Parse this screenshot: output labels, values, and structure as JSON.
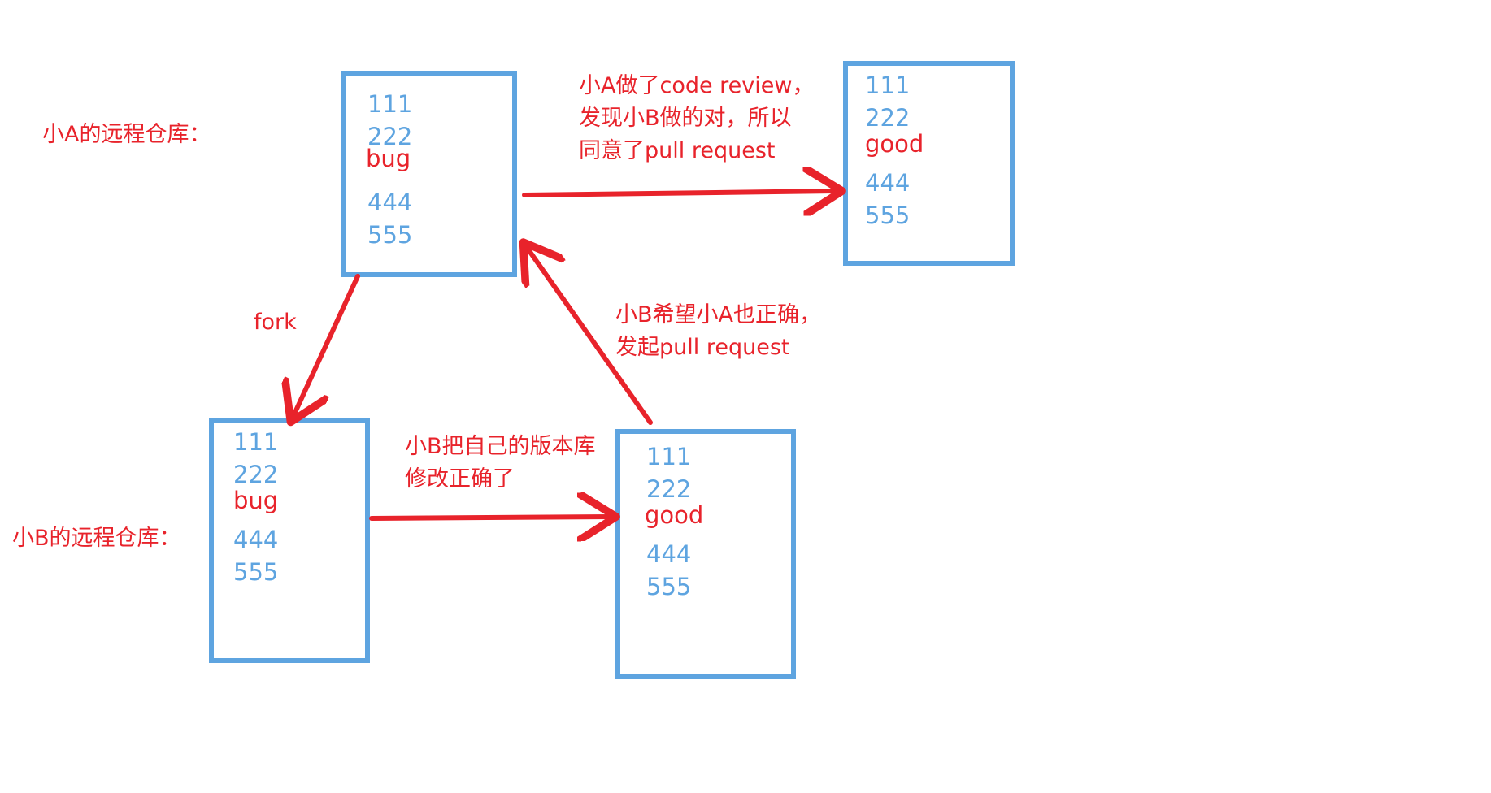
{
  "colors": {
    "box_border": "#5ea4e0",
    "line_text": "#5ea4e0",
    "annotation": "#e8232b",
    "arrow": "#e8232b"
  },
  "labels": {
    "repo_a": "小A的远程仓库：",
    "repo_b": "小B的远程仓库："
  },
  "boxes": {
    "a_original": {
      "lines": [
        {
          "text": "111",
          "tone": "blue"
        },
        {
          "text": "222",
          "tone": "blue"
        },
        {
          "text": "bug",
          "tone": "red"
        },
        {
          "text": "444",
          "tone": "blue"
        },
        {
          "text": "555",
          "tone": "blue"
        }
      ]
    },
    "a_merged": {
      "lines": [
        {
          "text": "111",
          "tone": "blue"
        },
        {
          "text": "222",
          "tone": "blue"
        },
        {
          "text": "good",
          "tone": "red"
        },
        {
          "text": "444",
          "tone": "blue"
        },
        {
          "text": "555",
          "tone": "blue"
        }
      ]
    },
    "b_fork": {
      "lines": [
        {
          "text": "111",
          "tone": "blue"
        },
        {
          "text": "222",
          "tone": "blue"
        },
        {
          "text": "bug",
          "tone": "red"
        },
        {
          "text": "444",
          "tone": "blue"
        },
        {
          "text": "555",
          "tone": "blue"
        }
      ]
    },
    "b_fixed": {
      "lines": [
        {
          "text": "111",
          "tone": "blue"
        },
        {
          "text": "222",
          "tone": "blue"
        },
        {
          "text": "good",
          "tone": "red"
        },
        {
          "text": "444",
          "tone": "blue"
        },
        {
          "text": "555",
          "tone": "blue"
        }
      ]
    }
  },
  "annotations": {
    "review": [
      "小A做了code review，",
      "发现小B做的对，所以",
      "同意了pull request"
    ],
    "fork": [
      "fork"
    ],
    "pull_request": [
      "小B希望小A也正确，",
      "发起pull request"
    ],
    "fix": [
      "小B把自己的版本库",
      "修改正确了"
    ]
  }
}
